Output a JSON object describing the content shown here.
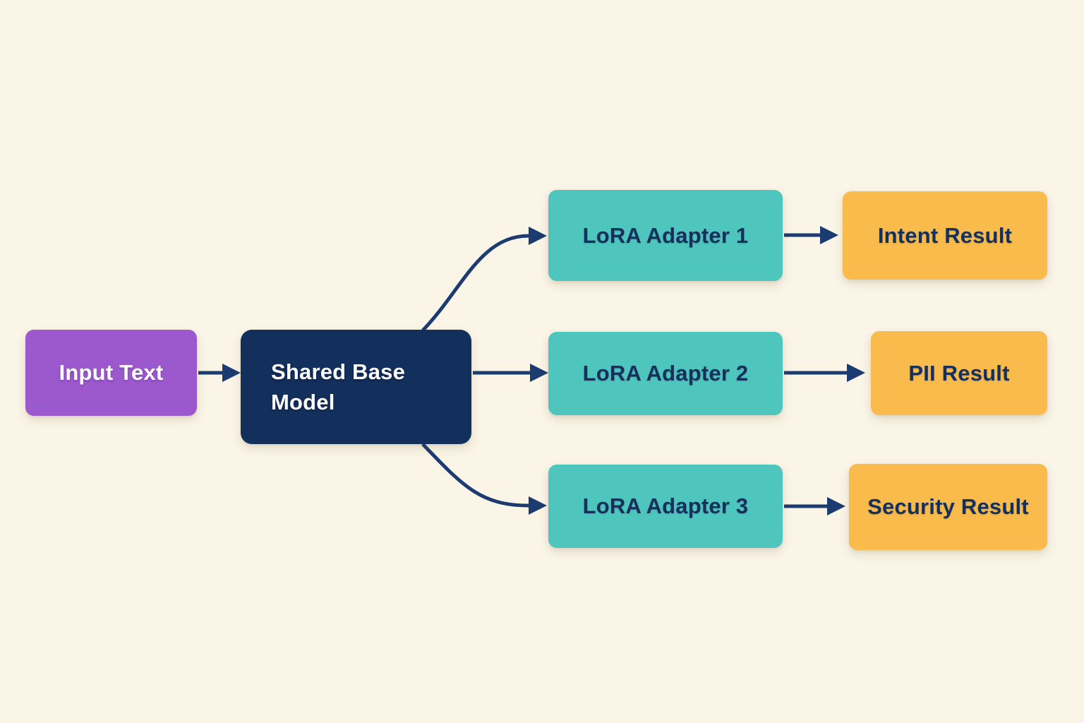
{
  "diagram": {
    "background_color": "#FAF5E7",
    "arrow_color": "#1C3B70",
    "nodes": {
      "input_text": {
        "label": "Input Text",
        "fill": "#9C59CE",
        "text_color": "#FFFFFF"
      },
      "shared_base_model": {
        "label": "Shared Base Model",
        "fill": "#13305C",
        "text_color": "#FFFFFF"
      },
      "lora_adapter_1": {
        "label": "LoRA Adapter 1",
        "fill": "#4FC6BD",
        "text_color": "#16305C"
      },
      "lora_adapter_2": {
        "label": "LoRA Adapter 2",
        "fill": "#4FC6BD",
        "text_color": "#16305C"
      },
      "lora_adapter_3": {
        "label": "LoRA Adapter 3",
        "fill": "#4FC6BD",
        "text_color": "#16305C"
      },
      "intent_result": {
        "label": "Intent Result",
        "fill": "#F8BB4C",
        "text_color": "#16305C"
      },
      "pii_result": {
        "label": "PII Result",
        "fill": "#F8BB4C",
        "text_color": "#16305C"
      },
      "security_result": {
        "label": "Security Result",
        "fill": "#F8BB4C",
        "text_color": "#16305C"
      }
    },
    "edges": [
      {
        "from": "input_text",
        "to": "shared_base_model"
      },
      {
        "from": "shared_base_model",
        "to": "lora_adapter_1"
      },
      {
        "from": "shared_base_model",
        "to": "lora_adapter_2"
      },
      {
        "from": "shared_base_model",
        "to": "lora_adapter_3"
      },
      {
        "from": "lora_adapter_1",
        "to": "intent_result"
      },
      {
        "from": "lora_adapter_2",
        "to": "pii_result"
      },
      {
        "from": "lora_adapter_3",
        "to": "security_result"
      }
    ]
  }
}
